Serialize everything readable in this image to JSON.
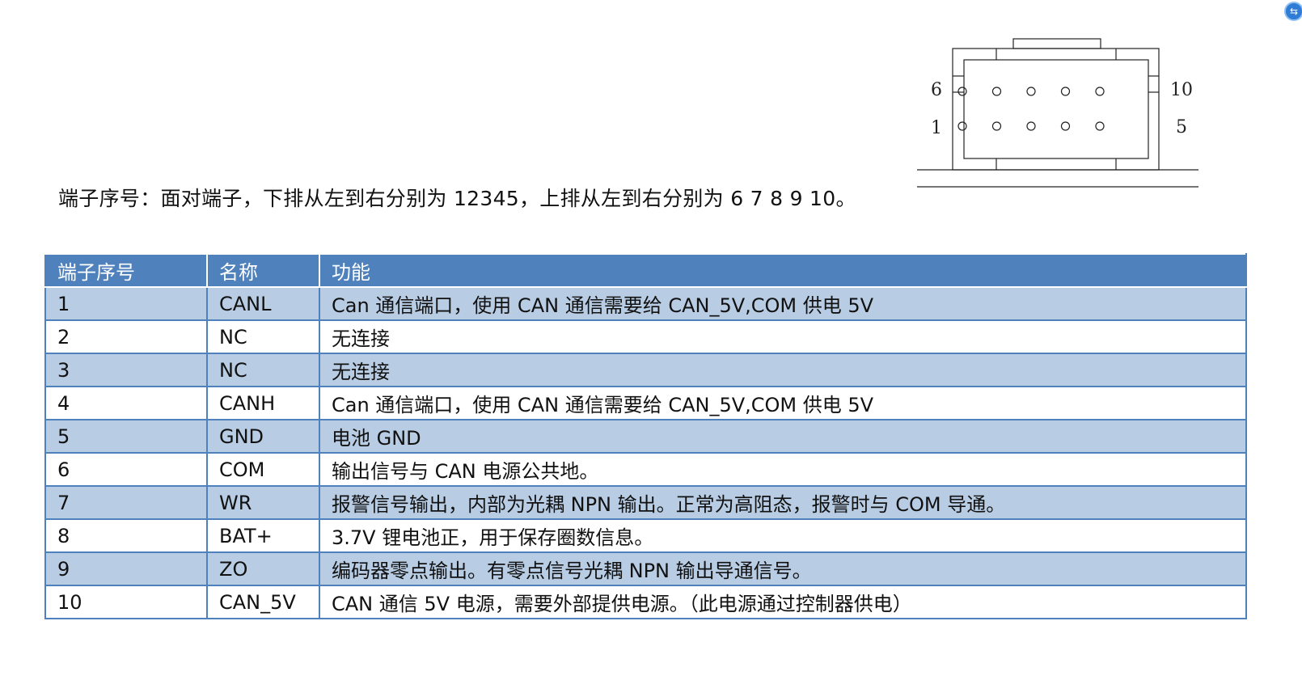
{
  "corner_widget": {
    "icon": "translate-icon"
  },
  "diagram": {
    "labels": {
      "top_left": "6",
      "top_right": "10",
      "bottom_left": "1",
      "bottom_right": "5"
    },
    "pins_per_row": 5
  },
  "note": "端子序号：面对端子，下排从左到右分别为 12345，上排从左到右分别为 6 7 8 9 10。",
  "table": {
    "headers": [
      "端子序号",
      "名称",
      "功能"
    ],
    "rows": [
      {
        "pin": "1",
        "name": "CANL",
        "function": "Can 通信端口，使用 CAN 通信需要给 CAN_5V,COM 供电 5V"
      },
      {
        "pin": "2",
        "name": "NC",
        "function": "无连接"
      },
      {
        "pin": "3",
        "name": "NC",
        "function": "无连接"
      },
      {
        "pin": "4",
        "name": "CANH",
        "function": "Can 通信端口，使用 CAN 通信需要给 CAN_5V,COM 供电 5V"
      },
      {
        "pin": "5",
        "name": "GND",
        "function": "电池 GND"
      },
      {
        "pin": "6",
        "name": "COM",
        "function": "输出信号与 CAN 电源公共地。"
      },
      {
        "pin": "7",
        "name": "WR",
        "function": "报警信号输出，内部为光耦 NPN 输出。正常为高阻态，报警时与 COM 导通。"
      },
      {
        "pin": "8",
        "name": "BAT+",
        "function": "3.7V 锂电池正，用于保存圈数信息。"
      },
      {
        "pin": "9",
        "name": "ZO",
        "function": "编码器零点输出。有零点信号光耦 NPN 输出导通信号。"
      },
      {
        "pin": "10",
        "name": "CAN_5V",
        "function": "CAN 通信 5V 电源，需要外部提供电源。（此电源通过控制器供电）"
      }
    ]
  }
}
